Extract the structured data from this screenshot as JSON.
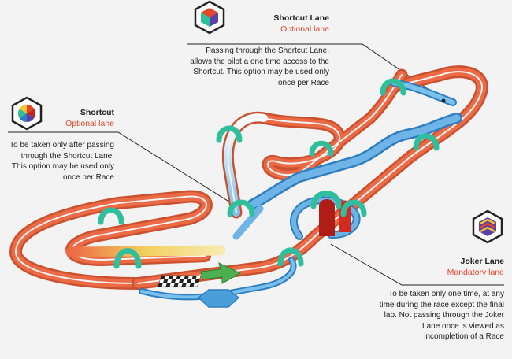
{
  "callouts": {
    "shortcut_lane": {
      "title": "Shortcut Lane",
      "subtitle": "Optional lane",
      "description": "Passing through the Shortcut Lane, allows the pilot a one time access to the Shortcut. This option may be used only once per Race"
    },
    "shortcut": {
      "title": "Shortcut",
      "subtitle": "Optional lane",
      "description": "To be taken only after passing through the Shortcut Lane. This option may be used only once per Race"
    },
    "joker_lane": {
      "title": "Joker Lane",
      "subtitle": "Mandatory lane",
      "description": "To be taken only one time, at any time during the race except the final lap. Not passing through the Joker Lane once is viewed as incompletion of a Race"
    }
  },
  "icons": [
    "shortcut-lane-hexagon-icon",
    "shortcut-hexagon-icon",
    "joker-lane-hexagon-icon",
    "start-finish-checkered-flag",
    "direction-arrow-icon",
    "gate-icon"
  ],
  "colors": {
    "track_orange": "#ec6a45",
    "track_blue": "#4a9fdb",
    "track_white": "#ffffff",
    "track_yellow": "#f2d060",
    "gate_teal": "#2fbf9c",
    "joker_red": "#c8241c",
    "accent_red_text": "#e0462a",
    "arrow_green": "#4caf50"
  }
}
